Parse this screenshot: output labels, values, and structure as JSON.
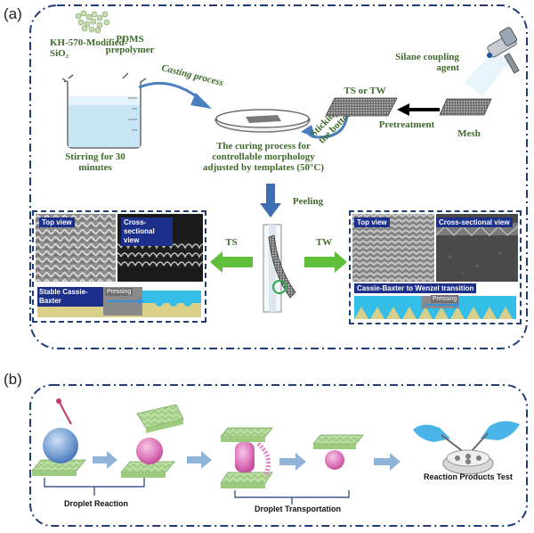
{
  "panel_a": {
    "letter": "(a)",
    "modified_sio2": "KH-570-Modified-SiO₂",
    "pdms": "PDMS prepolymer",
    "casting": "Casting process",
    "stirring": "Stirring for 30 minutes",
    "curing": "The curing process for controllable morphology adjusted by templates (50°C)",
    "sticking": "Sticking on the bottom",
    "pretreatment": "Pretreatment",
    "ts_tw": "TS or TW",
    "mesh": "Mesh",
    "silane": "Silane coupling agent",
    "peeling": "Peeling",
    "ts": "TS",
    "tw": "TW",
    "left_top_view": "Top view",
    "left_cross_view": "Cross-sectional view",
    "left_state": "Stable Cassie-Baxter",
    "left_pressing": "Pressing",
    "right_top_view": "Top view",
    "right_cross_view": "Cross-sectional  view",
    "right_state": "Cassie-Baxter  to Wenzel transition",
    "right_pressing": "Pressing"
  },
  "panel_b": {
    "letter": "(b)",
    "droplet_reaction": "Droplet Reaction",
    "droplet_transportation": "Droplet Transportation",
    "reaction_products": "Reaction Products Test"
  },
  "colors": {
    "frame": "#1f3e78",
    "label_green": "#3f6b2c",
    "arrow_green": "#5fbf3a",
    "tag_blue": "#1c2f8a",
    "water_blue": "#35bfe8",
    "substrate": "#d8cf8a",
    "platform_green": "#b9dca0"
  }
}
